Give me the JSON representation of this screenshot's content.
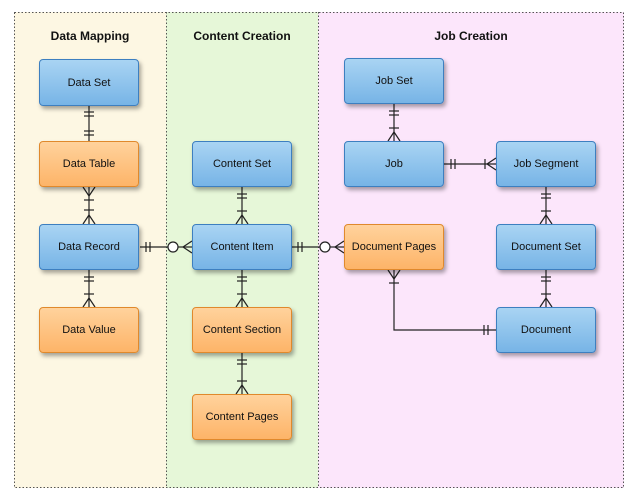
{
  "lanes": {
    "data_mapping": "Data Mapping",
    "content_creation": "Content Creation",
    "job_creation": "Job Creation"
  },
  "entities": {
    "data_set": "Data Set",
    "data_table": "Data Table",
    "data_record": "Data Record",
    "data_value": "Data Value",
    "content_set": "Content Set",
    "content_item": "Content Item",
    "content_section": "Content Section",
    "content_pages": "Content Pages",
    "job_set": "Job Set",
    "job": "Job",
    "job_segment": "Job Segment",
    "document_pages": "Document Pages",
    "document_set": "Document Set",
    "document": "Document"
  },
  "colors": {
    "entity_fill_blue": "#8ec4ee",
    "entity_fill_orange": "#fdc484",
    "lane_data_mapping": "#fdf7e3",
    "lane_content_creation": "#e6f7d8",
    "lane_job_creation": "#fce6fb",
    "connector": "#222222"
  }
}
